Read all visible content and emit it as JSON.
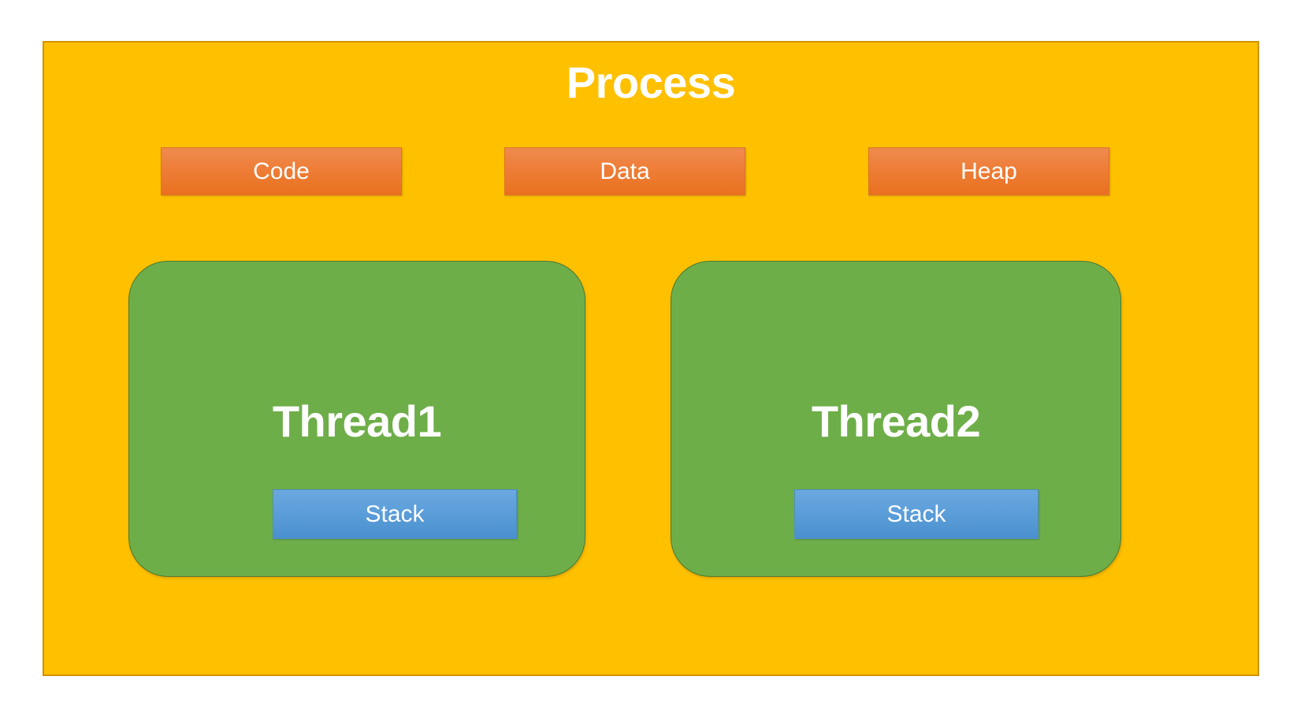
{
  "diagram": {
    "title": "Process",
    "background_color": "#ffc000",
    "border_color": "#d29200",
    "segments": [
      {
        "label": "Code",
        "color": "#ee7f3a"
      },
      {
        "label": "Data",
        "color": "#ee7f3a"
      },
      {
        "label": "Heap",
        "color": "#ee7f3a"
      }
    ],
    "threads": [
      {
        "label": "Thread1",
        "color": "#6eae49",
        "stack": {
          "label": "Stack",
          "color": "#5c9ed9"
        }
      },
      {
        "label": "Thread2",
        "color": "#6eae49",
        "stack": {
          "label": "Stack",
          "color": "#5c9ed9"
        }
      }
    ]
  }
}
